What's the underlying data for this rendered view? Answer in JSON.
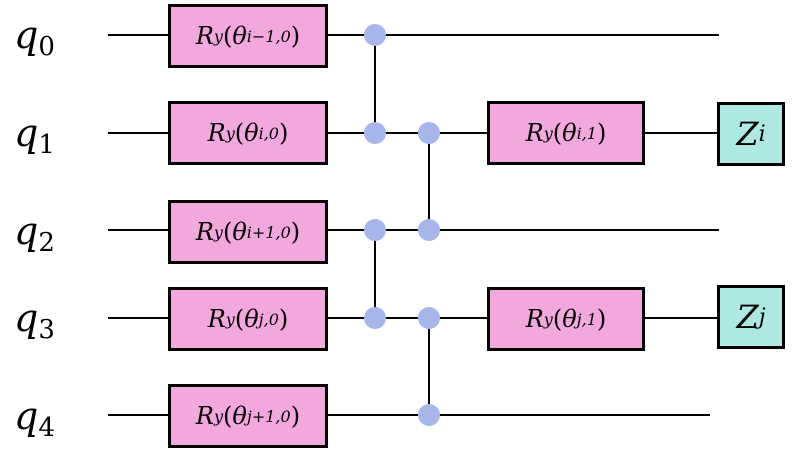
{
  "wire_color": "#000000",
  "control_color": "#a7b6ea",
  "gate_color": "#f2a7dd",
  "measure_color": "#aee8e3",
  "qubits": [
    {
      "name": "q",
      "index": "0"
    },
    {
      "name": "q",
      "index": "1"
    },
    {
      "name": "q",
      "index": "2"
    },
    {
      "name": "q",
      "index": "3"
    },
    {
      "name": "q",
      "index": "4"
    }
  ],
  "rotation_gates": [
    {
      "op": "R",
      "op_sub": "y",
      "theta": "θ",
      "theta_sub": "i−1,0"
    },
    {
      "op": "R",
      "op_sub": "y",
      "theta": "θ",
      "theta_sub": "i,0"
    },
    {
      "op": "R",
      "op_sub": "y",
      "theta": "θ",
      "theta_sub": "i+1,0"
    },
    {
      "op": "R",
      "op_sub": "y",
      "theta": "θ",
      "theta_sub": "j,0"
    },
    {
      "op": "R",
      "op_sub": "y",
      "theta": "θ",
      "theta_sub": "j+1,0"
    },
    {
      "op": "R",
      "op_sub": "y",
      "theta": "θ",
      "theta_sub": "i,1"
    },
    {
      "op": "R",
      "op_sub": "y",
      "theta": "θ",
      "theta_sub": "j,1"
    }
  ],
  "measurements": [
    {
      "op": "Z",
      "op_sub": "i"
    },
    {
      "op": "Z",
      "op_sub": "j"
    }
  ],
  "controlled_z": [
    {
      "qubits": [
        0,
        1
      ]
    },
    {
      "qubits": [
        2,
        3
      ]
    },
    {
      "qubits": [
        1,
        2
      ]
    },
    {
      "qubits": [
        3,
        4
      ]
    }
  ]
}
